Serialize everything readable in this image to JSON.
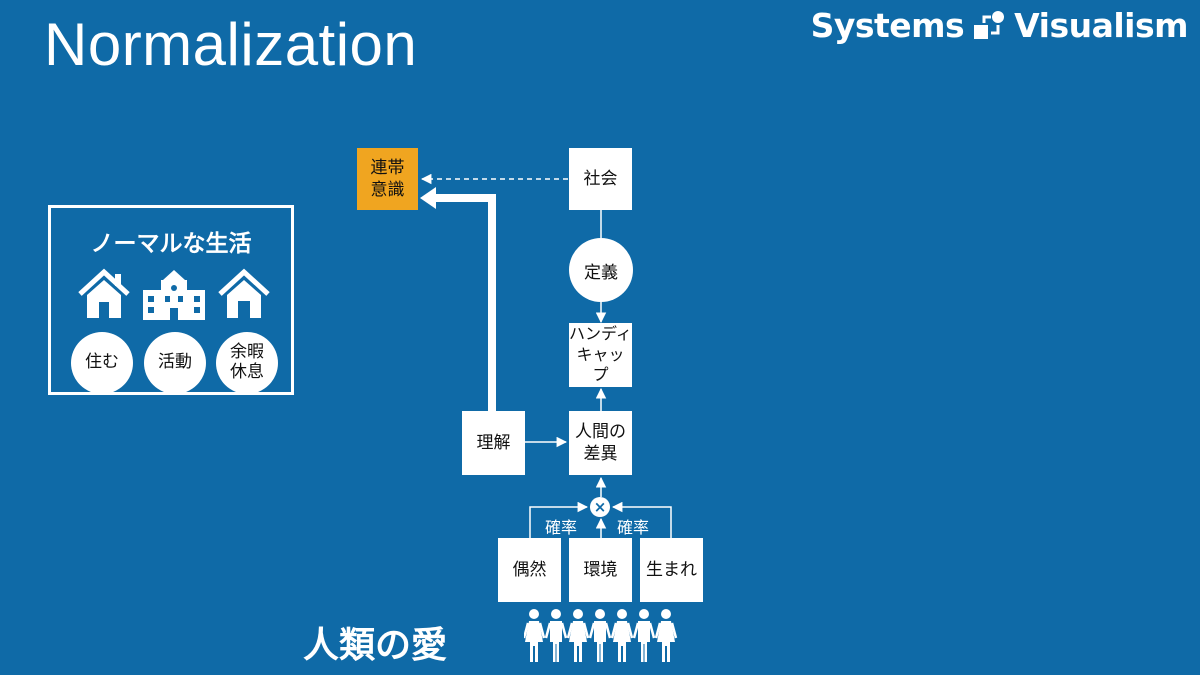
{
  "slide": {
    "title": "Normalization"
  },
  "brand": {
    "left": "Systems",
    "right": "Visualism"
  },
  "life": {
    "title": "ノーマルな生活",
    "icons": [
      "house-icon",
      "school-building-icon",
      "house-icon"
    ],
    "circles": [
      {
        "line1": "住む",
        "line2": ""
      },
      {
        "line1": "活動",
        "line2": ""
      },
      {
        "line1": "余暇",
        "line2": "休息"
      }
    ]
  },
  "diagram": {
    "solidarity": {
      "line1": "連帯",
      "line2": "意識"
    },
    "society": "社会",
    "definition": "定義",
    "handicap": {
      "line1": "ハンディ",
      "line2": "キャップ"
    },
    "understanding": "理解",
    "difference": {
      "line1": "人間の",
      "line2": "差異"
    },
    "multiply": "×",
    "prob_left": "確率",
    "prob_right": "確率",
    "chance": "偶然",
    "environment": "環境",
    "birth": "生まれ"
  },
  "footer": {
    "love": "人類の愛",
    "people_icon": "people-group-icon",
    "people_count": 7
  },
  "colors": {
    "background": "#0f6aa7",
    "accent": "#f0a520",
    "foreground": "#ffffff"
  }
}
